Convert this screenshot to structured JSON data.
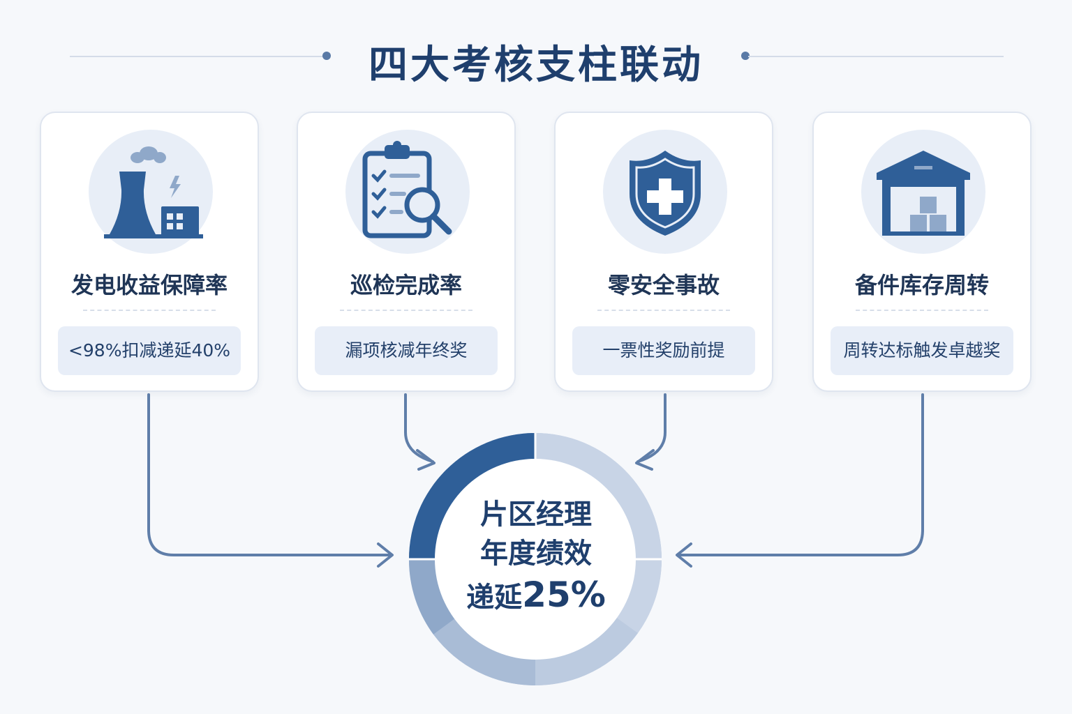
{
  "title": "四大考核支柱联动",
  "pillars": [
    {
      "icon": "power-plant-icon",
      "title": "发电收益保障率",
      "rule": "<98%扣减递延40%"
    },
    {
      "icon": "clipboard-inspection-icon",
      "title": "巡检完成率",
      "rule": "漏项核减年终奖"
    },
    {
      "icon": "safety-shield-icon",
      "title": "零安全事故",
      "rule": "一票性奖励前提"
    },
    {
      "icon": "warehouse-icon",
      "title": "备件库存周转",
      "rule": "周转达标触发卓越奖"
    }
  ],
  "center": {
    "line1": "片区经理",
    "line2": "年度绩效",
    "line3_prefix": "递延",
    "line3_value": "25%"
  },
  "colors": {
    "primary": "#2f5f98",
    "light": "#bccbe0",
    "medium": "#8fa8c9",
    "title": "#1f3f6d"
  }
}
